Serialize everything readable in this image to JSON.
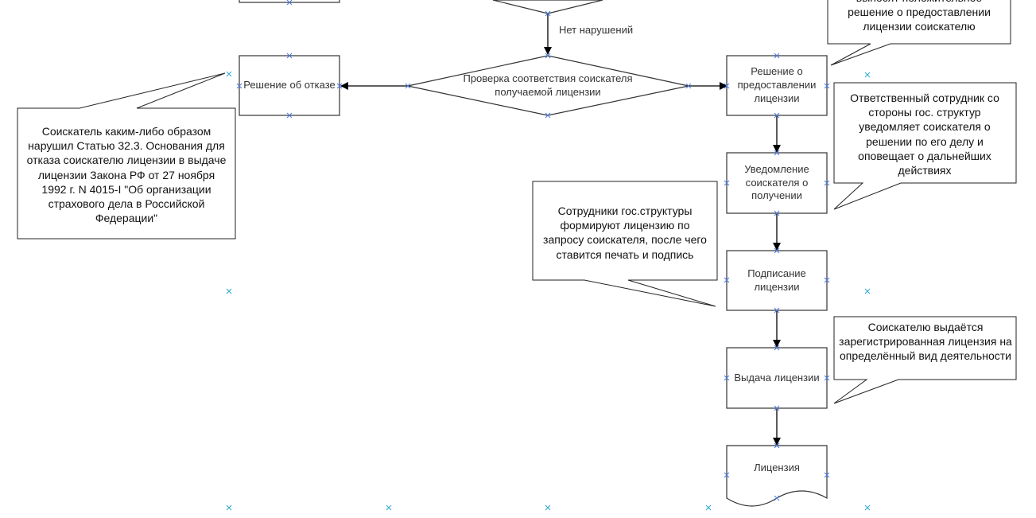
{
  "diagram": {
    "edge_label_no_violations": "Нет нарушений",
    "nodes": {
      "check": "Проверка соответствия соискателя получаемой лицензии",
      "refusal": "Решение об отказе",
      "grant_decision": "Решение о предоставлении лицензии",
      "notify": "Уведомление соискателя о получении",
      "signing": "Подписание лицензии",
      "issuance": "Выдача лицензии",
      "license_doc": "Лицензия"
    },
    "notes": {
      "top_right": "выносят положительное решение о предоставлении лицензии соискателю",
      "refusal_note": "Соискатель каким-либо образом нарушил Статью 32.3. Основания для отказа соискателю лицензии в выдаче лицензии Закона РФ от 27 ноября 1992 г. N 4015-I \"Об организации страхового дела в Российской Федерации\"",
      "notify_note": "Ответственный сотрудник со стороны гос. структур уведомляет соискателя о решении по его делу и оповещает о дальнейших действиях",
      "signing_note": "Сотрудники гос.структуры формируют лицензию по запросу соискателя, после чего ставится печать и подпись",
      "issuance_note": "Соискателю выдаётся зарегистрированная лицензия на определённый вид деятельности"
    }
  }
}
